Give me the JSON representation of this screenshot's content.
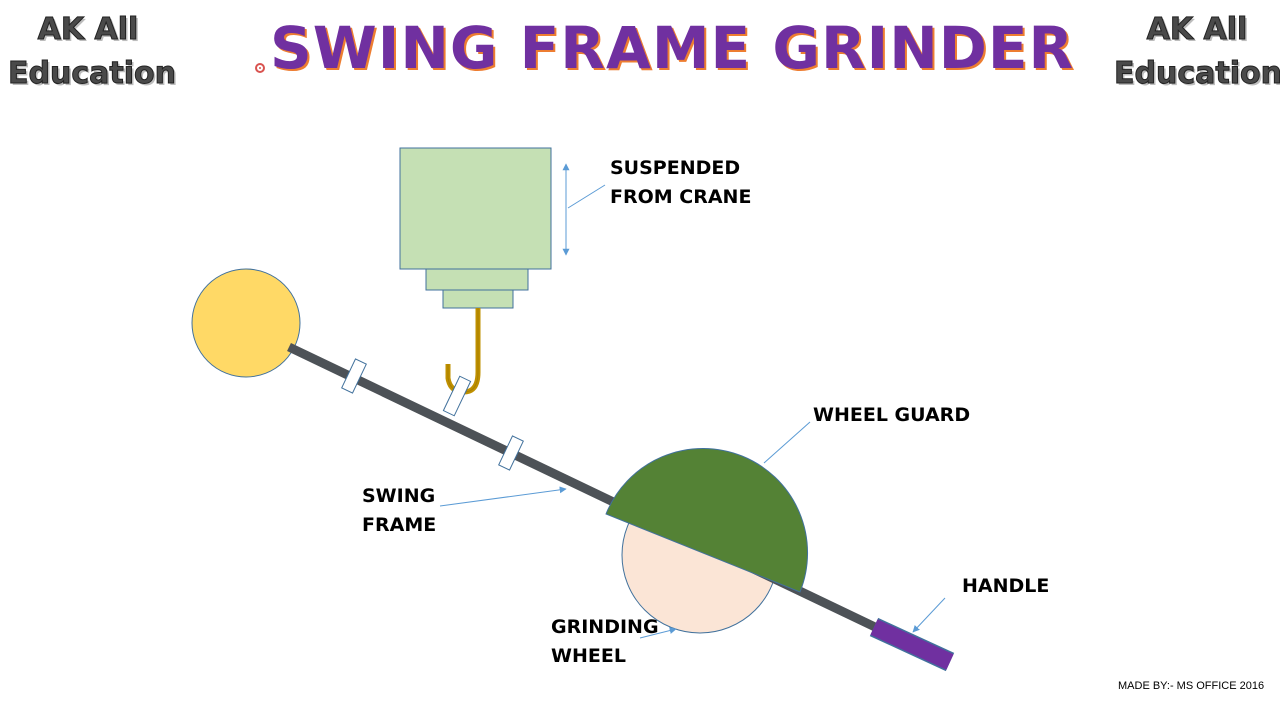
{
  "header": {
    "brand_left": [
      "AK All",
      "Education"
    ],
    "brand_right": [
      "AK All",
      "Education"
    ],
    "title": "SWING FRAME GRINDER"
  },
  "labels": {
    "suspended": [
      "SUSPENDED",
      "FROM CRANE"
    ],
    "wheel_guard": "WHEEL GUARD",
    "swing_frame": [
      "SWING",
      "FRAME"
    ],
    "handle": "HANDLE",
    "grinding_wheel": [
      "GRINDING",
      "WHEEL"
    ]
  },
  "footer": {
    "credit": "MADE BY:- MS OFFICE 2016"
  },
  "colors": {
    "title": "#7030a0",
    "title_shadow": "#ed7d31",
    "motor": "#c5e0b4",
    "counterweight": "#ffd966",
    "wheel_guard": "#548235",
    "grinding_wheel": "#fbe5d6",
    "frame_bar": "#4d5257",
    "handle": "#7030a0",
    "hook": "#bf9000",
    "leader": "#5b9bd5"
  }
}
